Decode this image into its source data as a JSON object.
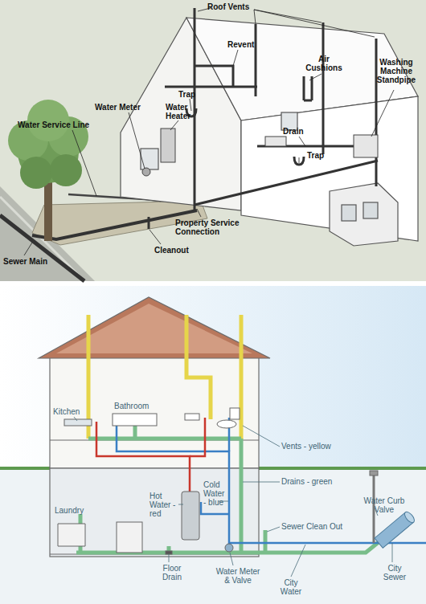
{
  "diagram": {
    "labels": [
      "Roof Vents",
      "Revent",
      "Air Cushions",
      "Washing Machine Standpipe",
      "Trap",
      "Water Heater",
      "Water Meter",
      "Water Service Line",
      "Drain",
      "Trap",
      "Property Service Connection",
      "Cleanout",
      "Sewer Main",
      "Kitchen",
      "Bathroom",
      "Vents - yellow",
      "Hot Water - red",
      "Cold Water - blue",
      "Drains - green",
      "Laundry",
      "Sewer Clean Out",
      "Water Curb Valve",
      "Floor Drain",
      "Water Meter & Valve",
      "City Water",
      "City Sewer"
    ]
  }
}
